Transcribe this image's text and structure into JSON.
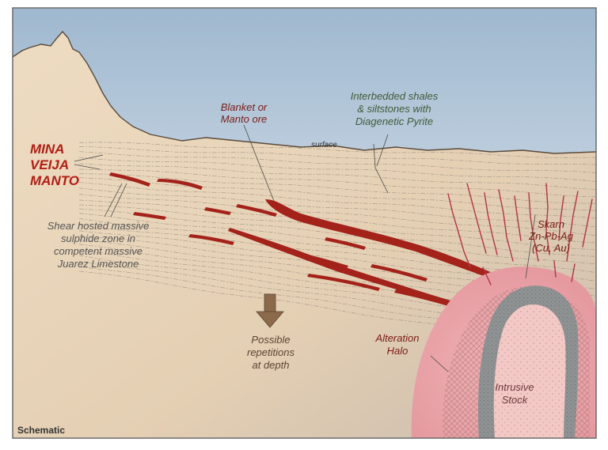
{
  "title": {
    "line1": "MINA",
    "line2": "VEIJA",
    "line3": "MANTO"
  },
  "labels": {
    "shales": [
      "Interbedded shales",
      "& siltstones with",
      "Diagenetic Pyrite"
    ],
    "blanket": [
      "Blanket or",
      "Manto ore"
    ],
    "surface": "surface",
    "shear": [
      "Shear hosted massive",
      "sulphide zone in",
      "competent massive",
      "Juarez Limestone"
    ],
    "skarn": [
      "Skarn",
      "Zn-Pb-Ag",
      "(Cu, Au)"
    ],
    "alteration": [
      "Alteration",
      "Halo"
    ],
    "intrusive": [
      "Intrusive",
      "Stock"
    ],
    "repetitions": [
      "Possible",
      "repetitions",
      "at depth"
    ],
    "schematic": "Schematic"
  },
  "colors": {
    "sky_top": "#9fb8cf",
    "sky_bottom": "#f2f5f8",
    "ground": "#e7d4b9",
    "ore": "#a3221a",
    "veins": "#b23348",
    "halo": "#e8a2a6",
    "stock": "#f3c9c6",
    "aureole": "#8f9293",
    "arrow": "#8a6a4a"
  }
}
